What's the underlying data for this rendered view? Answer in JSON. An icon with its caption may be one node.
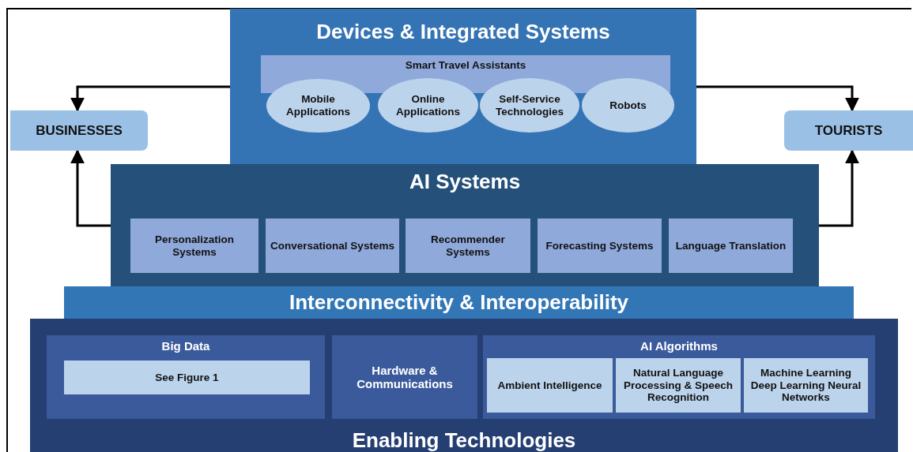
{
  "diagram": {
    "nodes": [
      {
        "text": [
          "Devices & Integrated Systems"
        ]
      },
      {
        "text": [
          "Smart Travel Assistants"
        ],
        "in": 0
      },
      {
        "text": [
          "Mobile Applications"
        ],
        "in": 0
      },
      {
        "text": [
          "Online Applications"
        ],
        "in": 0
      },
      {
        "text": [
          "Self-Service Technologies"
        ],
        "in": 0
      },
      {
        "text": [
          "Robots"
        ],
        "in": 0
      },
      {
        "text": [
          "BUSINESSES"
        ]
      },
      {
        "text": [
          "TOURISTS"
        ]
      },
      {
        "text": [
          "AI Systems"
        ]
      },
      {
        "text": [
          "Personalization Systems"
        ],
        "in": 8
      },
      {
        "text": [
          "Conversational Systems"
        ],
        "in": 8
      },
      {
        "text": [
          "Recommender Systems"
        ],
        "in": 8
      },
      {
        "text": [
          "Forecasting Systems"
        ],
        "in": 8
      },
      {
        "text": [
          "Language Translation"
        ],
        "in": 8
      },
      {
        "text": [
          "Interconnectivity & Interoperability"
        ]
      },
      {
        "text": [
          "Enabling Technologies"
        ]
      },
      {
        "text": [
          "Big Data"
        ],
        "in": 15
      },
      {
        "text": [
          "See Figure 1"
        ],
        "in": 16
      },
      {
        "text": [
          "Hardware & Communications"
        ],
        "in": 15
      },
      {
        "text": [
          "AI Algorithms"
        ],
        "in": 15
      },
      {
        "text": [
          "Ambient Intelligence"
        ],
        "in": 19
      },
      {
        "text": [
          "Natural Language Processing & Speech Recognition"
        ],
        "in": 19
      },
      {
        "text": [
          "Machine Learning Deep Learning Neural Networks"
        ],
        "in": 19
      }
    ],
    "edges": [
      {
        "from": 0,
        "to": 6,
        "arrow": "to"
      },
      {
        "from": 8,
        "to": 6,
        "arrow": "to"
      },
      {
        "from": 0,
        "to": 7,
        "arrow": "to"
      },
      {
        "from": 8,
        "to": 7,
        "arrow": "to"
      }
    ]
  }
}
